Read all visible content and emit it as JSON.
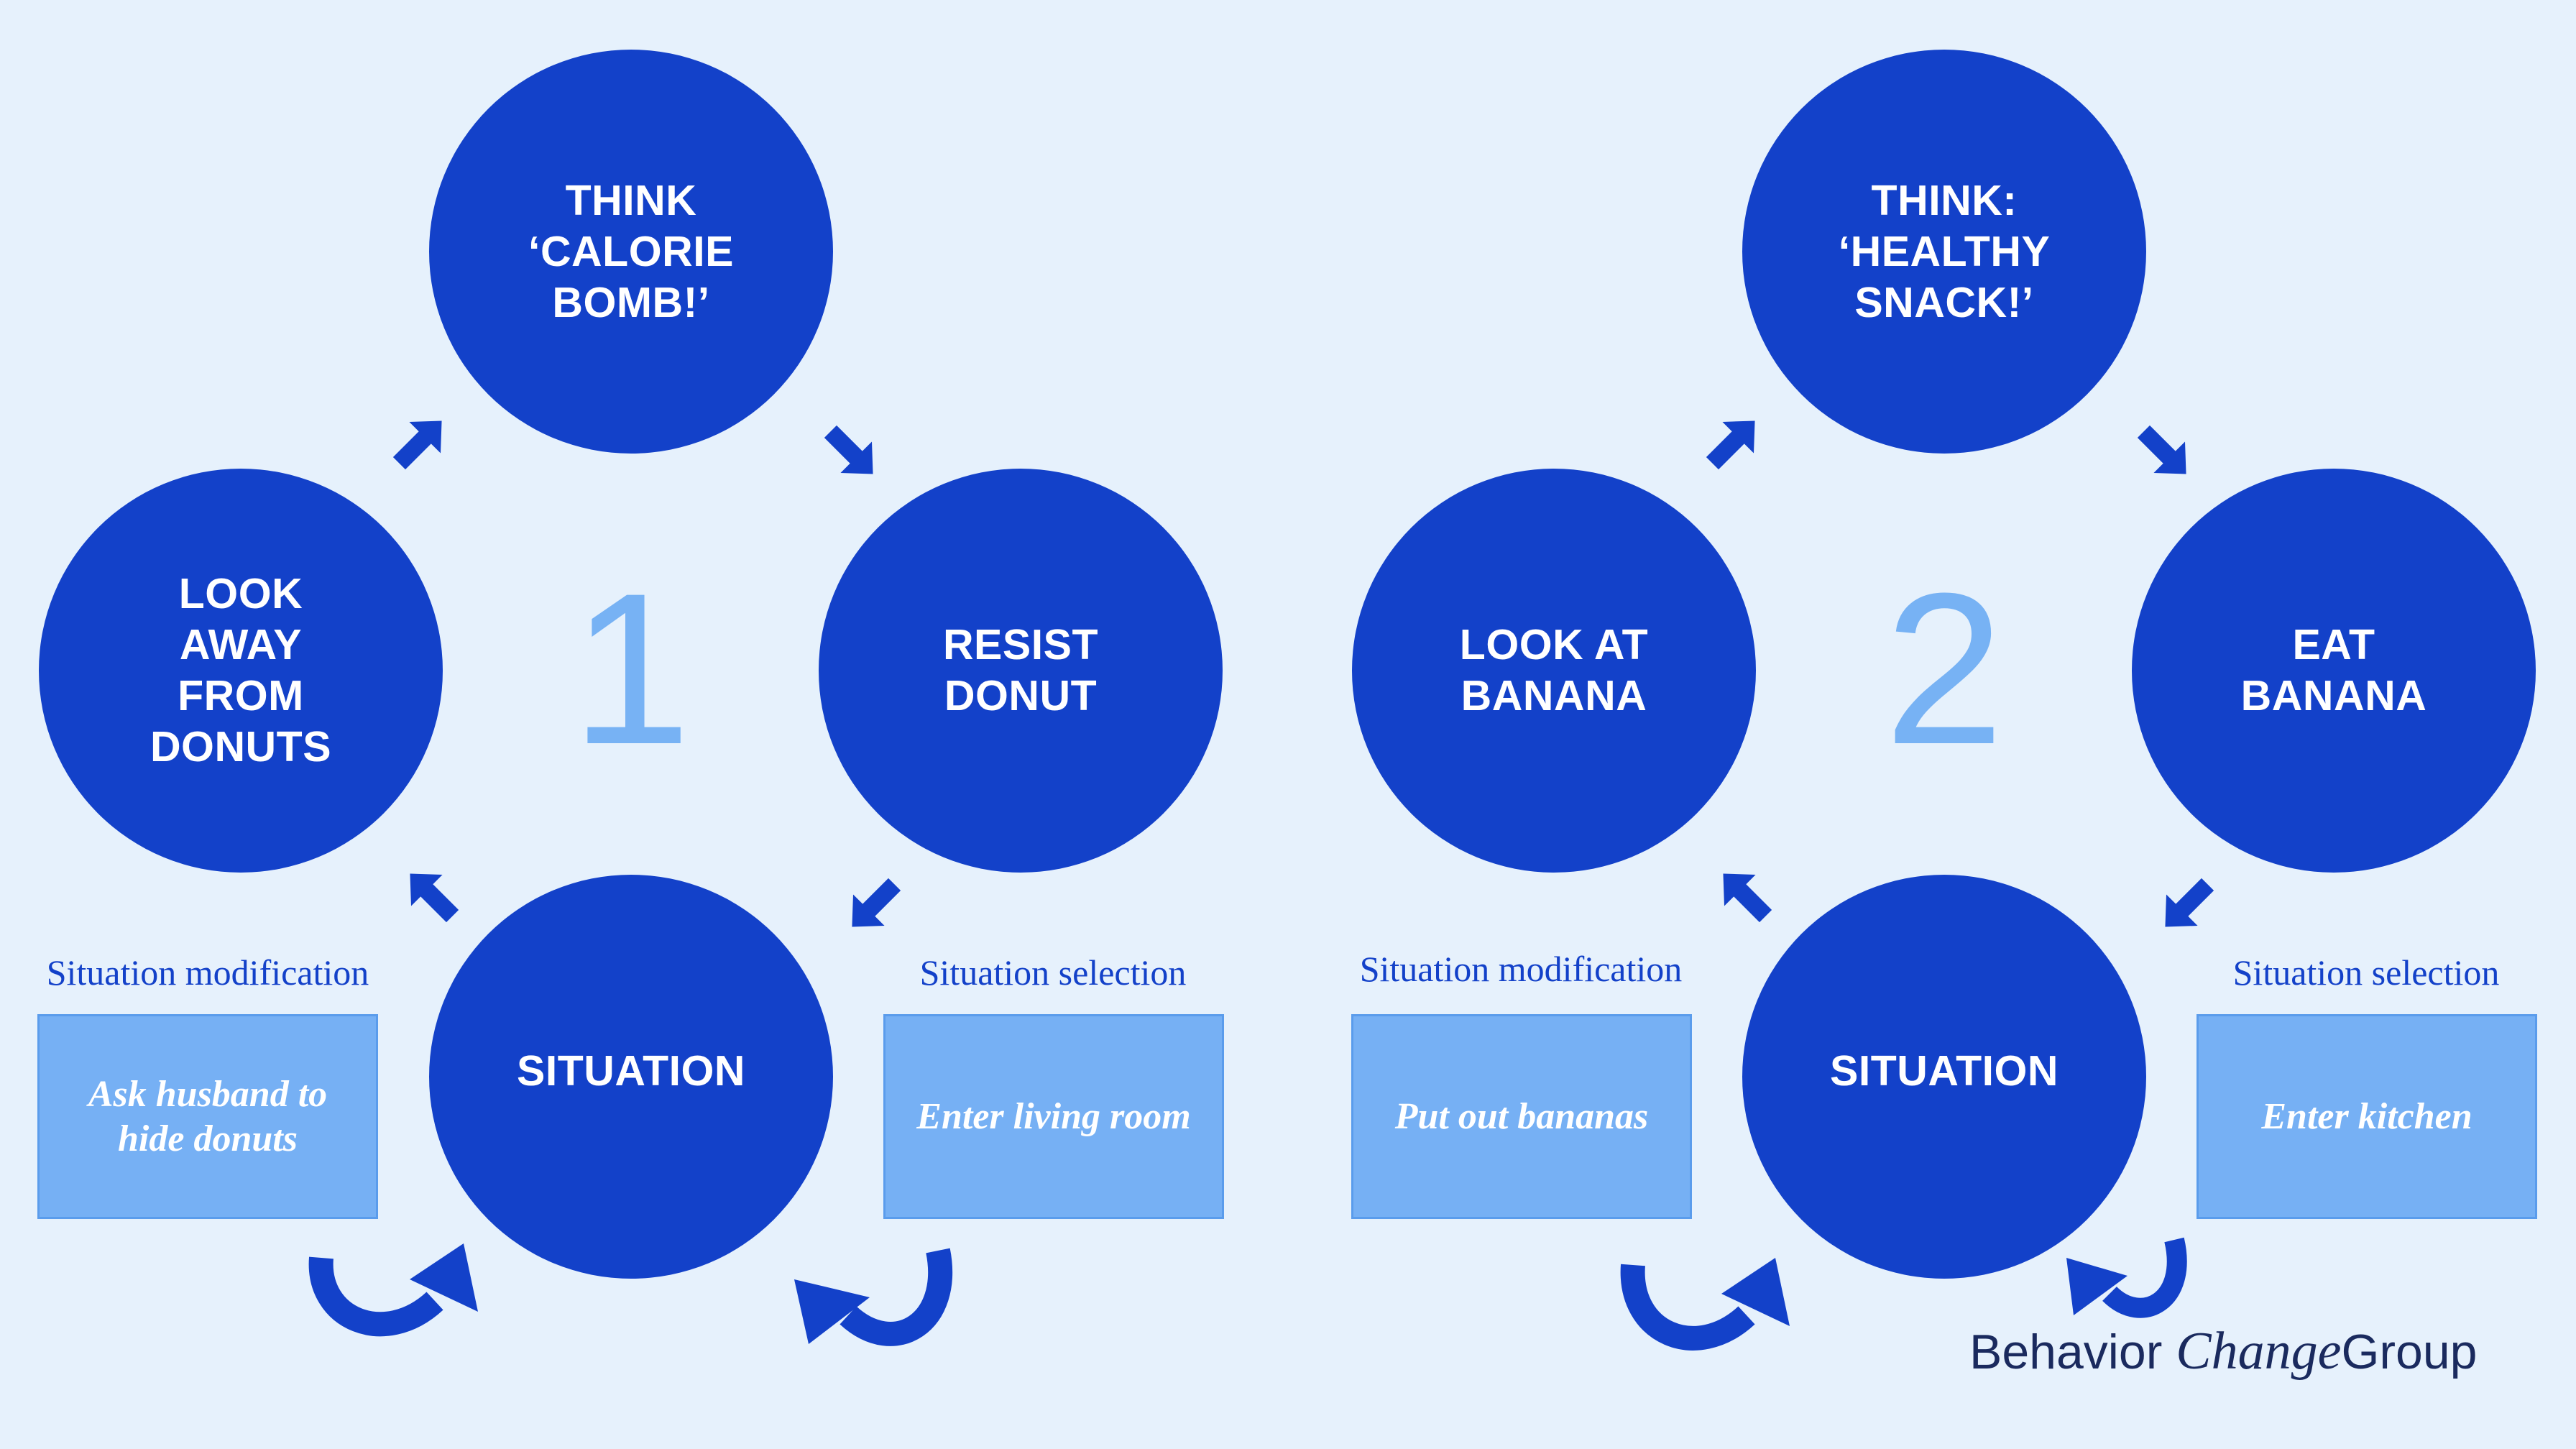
{
  "colors": {
    "background": "#e6f1fc",
    "circle": "#1341c9",
    "number": "#77b2f4",
    "box": "#76b0f4",
    "caption": "#1341c9",
    "brand": "#1a2a5e"
  },
  "cycles": [
    {
      "number": "1",
      "circles": {
        "top": "THINK\n‘CALORIE\nBOMB!’",
        "left": "LOOK\nAWAY\nFROM\nDONUTS",
        "right": "RESIST\nDONUT",
        "bottom": "SITUATION"
      },
      "modification": {
        "caption": "Situation modification",
        "box": "Ask husband to\nhide donuts"
      },
      "selection": {
        "caption": "Situation selection",
        "box": "Enter living room"
      }
    },
    {
      "number": "2",
      "circles": {
        "top": "THINK:\n‘HEALTHY\nSNACK!’",
        "left": "LOOK AT\nBANANA",
        "right": "EAT\nBANANA",
        "bottom": "SITUATION"
      },
      "modification": {
        "caption": "Situation modification",
        "box": "Put out bananas"
      },
      "selection": {
        "caption": "Situation selection",
        "box": "Enter kitchen"
      }
    }
  ],
  "brand": {
    "part1": "Behavior",
    "part2": "Change",
    "part3": "Group"
  },
  "icons": {
    "straight": "straight-arrow-icon",
    "curved": "curved-arrow-icon"
  }
}
